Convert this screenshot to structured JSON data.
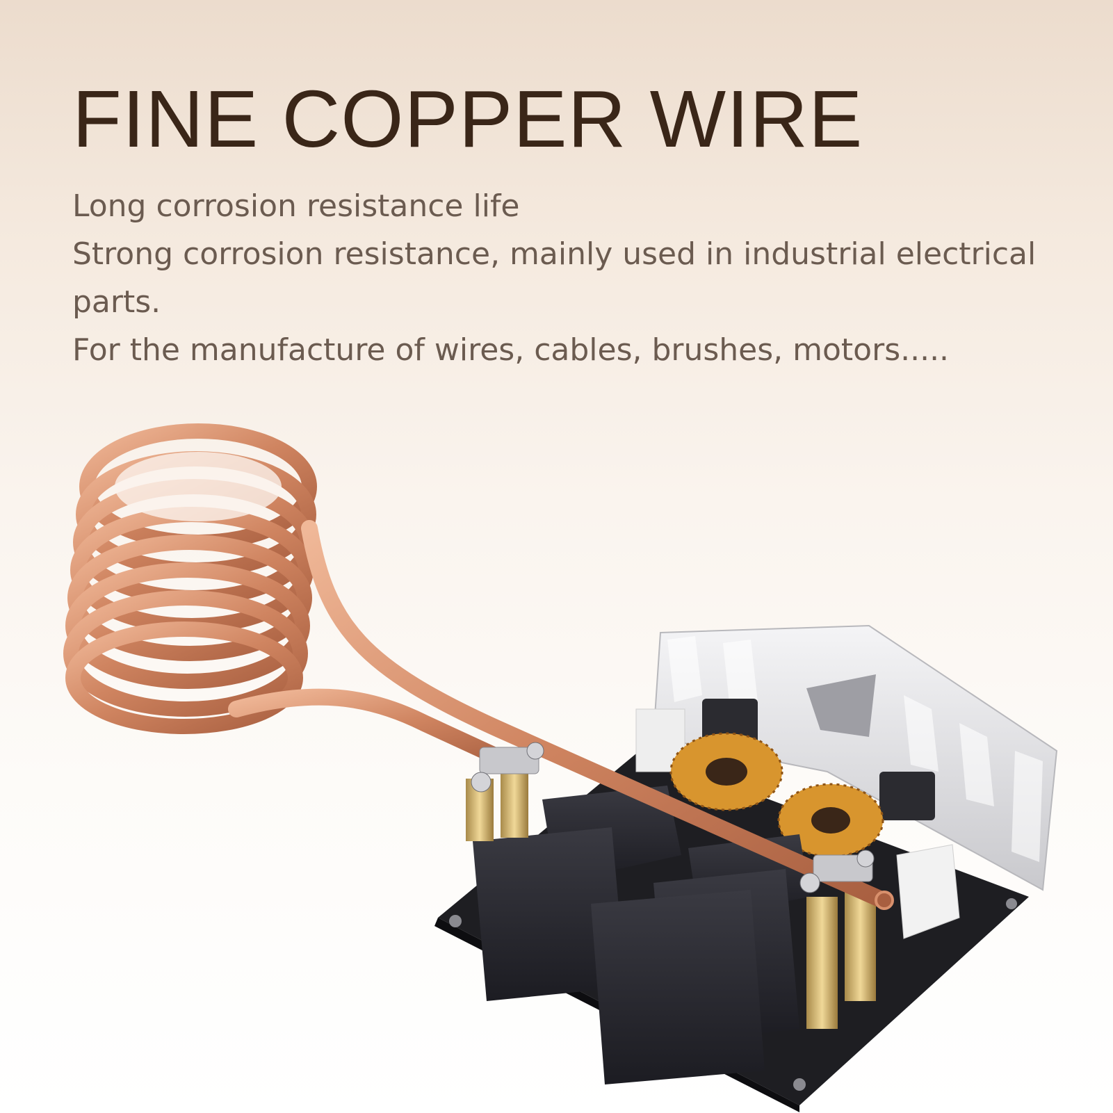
{
  "headline": "FINE COPPER WIRE",
  "features": [
    "Long corrosion resistance life",
    "Strong corrosion resistance, mainly used in industrial electrical parts.",
    "For the manufacture of wires, cables, brushes, motors....."
  ],
  "product_image": {
    "description_icon": "copper-coil-induction-board",
    "colors": {
      "copper": "#c87a58",
      "copper_light": "#f0b898",
      "board": "#1e1e22",
      "capacitor": "#2a2a30",
      "heatsink": "#e2e2e4",
      "toroid_wire": "#d8952e"
    }
  }
}
